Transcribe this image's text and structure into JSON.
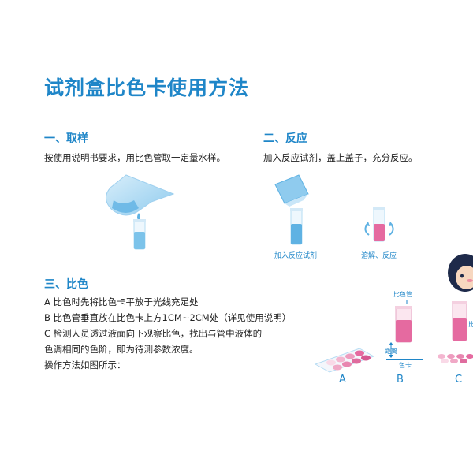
{
  "title": "试剂盒比色卡使用方法",
  "section1": {
    "heading": "一、取样",
    "text": "按使用说明书要求，用比色管取一定量水样。"
  },
  "section2": {
    "heading": "二、反应",
    "text": "加入反应试剂，盖上盖子，充分反应。",
    "caption_add": "加入反应试剂",
    "caption_dissolve": "溶解、反应"
  },
  "section3": {
    "heading": "三、比色",
    "lines": [
      "A 比色时先将比色卡平放于光线充足处",
      "B 比色管垂直放在比色卡上方1CM~2CM处（详见使用说明）",
      "C 检测人员透过液面向下观察比色，找出与管中液体的",
      "色调相同的色阶，即为待测参数浓度。",
      "操作方法如图所示："
    ],
    "label_tube": "比色管",
    "label_distance_1": "距",
    "label_distance_2": "离",
    "label_card": "色卡",
    "label_tube_c": "比",
    "letters": [
      "A",
      "B",
      "C"
    ]
  },
  "colors": {
    "accent": "#1f86c8",
    "water": "#7cc3ea",
    "pink": "#e56aa0",
    "pink_light": "#f4b6d0"
  }
}
